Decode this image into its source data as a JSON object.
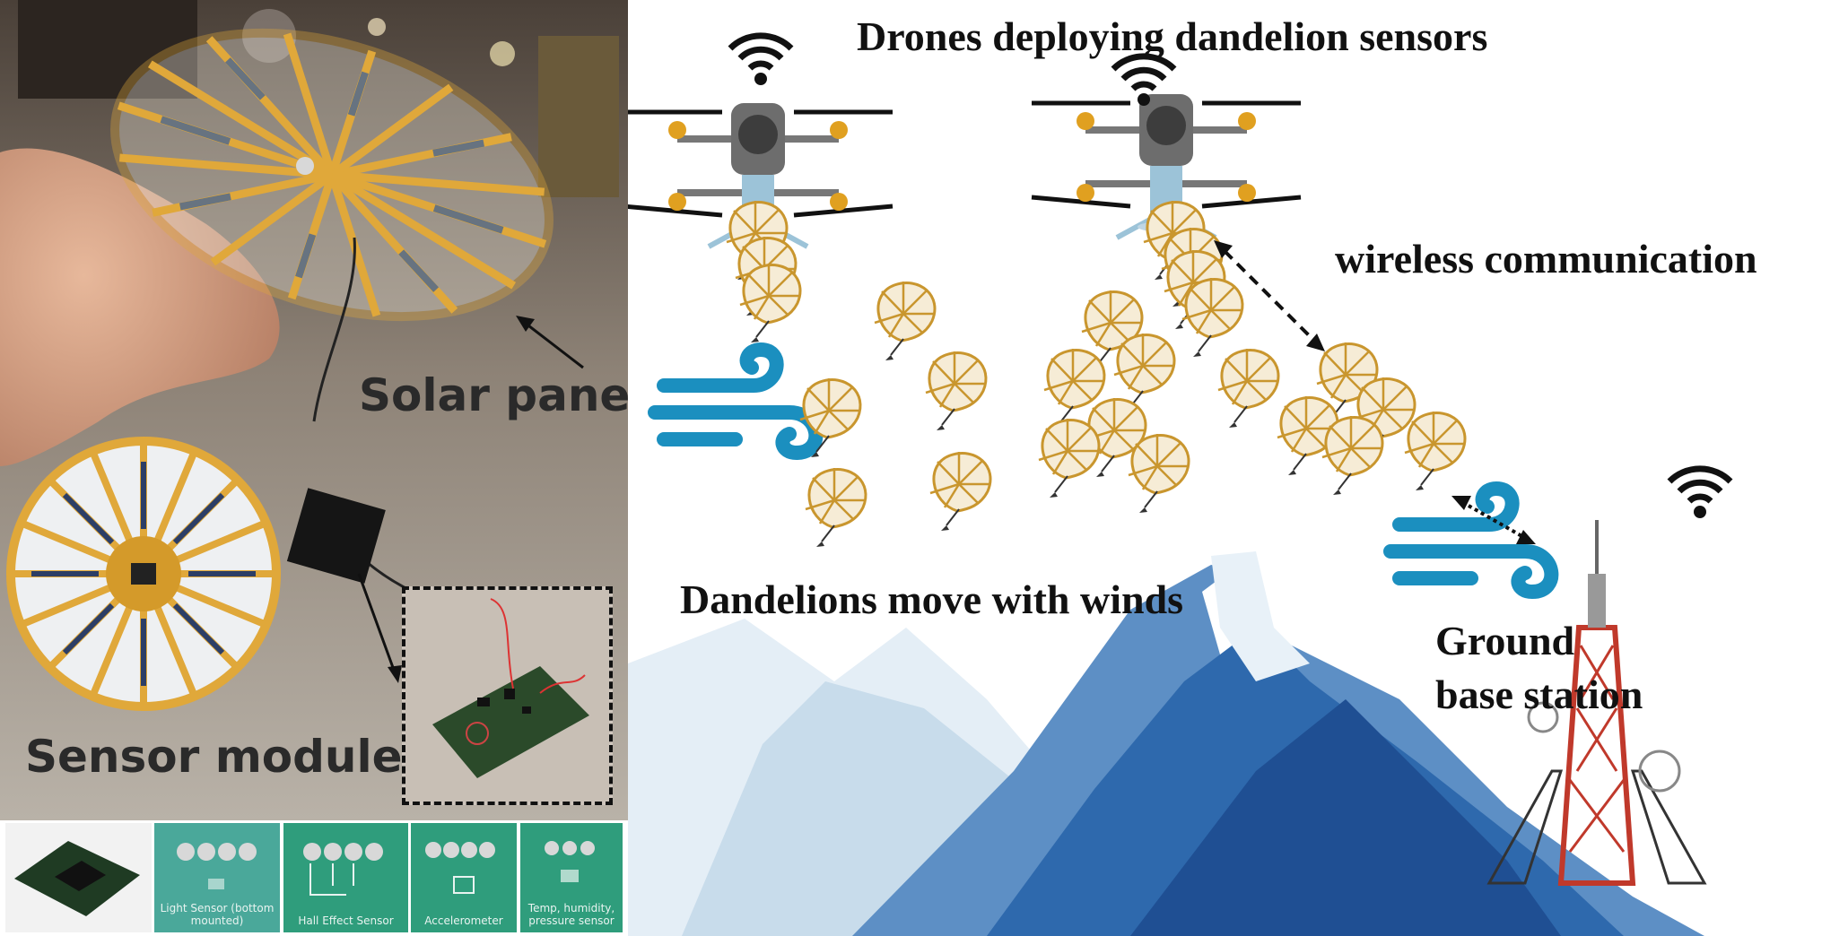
{
  "title": "Drones deploying dandelion sensors",
  "labels": {
    "wireless": "wireless communication",
    "winds": "Dandelions move with winds",
    "ground_line1": "Ground",
    "ground_line2": "base station"
  },
  "photo": {
    "solar_label": "Solar panel",
    "sensor_label": "Sensor modules"
  },
  "sensor_tiles": [
    {
      "caption": ""
    },
    {
      "caption": "Light Sensor (bottom mounted)"
    },
    {
      "caption": "Hall Effect Sensor"
    },
    {
      "caption": "Accelerometer"
    },
    {
      "caption": "Temp, humidity, pressure sensor"
    }
  ],
  "colors": {
    "dandelion_gold": "#c9962e",
    "wind_blue": "#1b8fbf",
    "mountain_dark": "#1f4f93",
    "mountain_light": "#cfe1ef",
    "tower_red": "#c0392b"
  }
}
